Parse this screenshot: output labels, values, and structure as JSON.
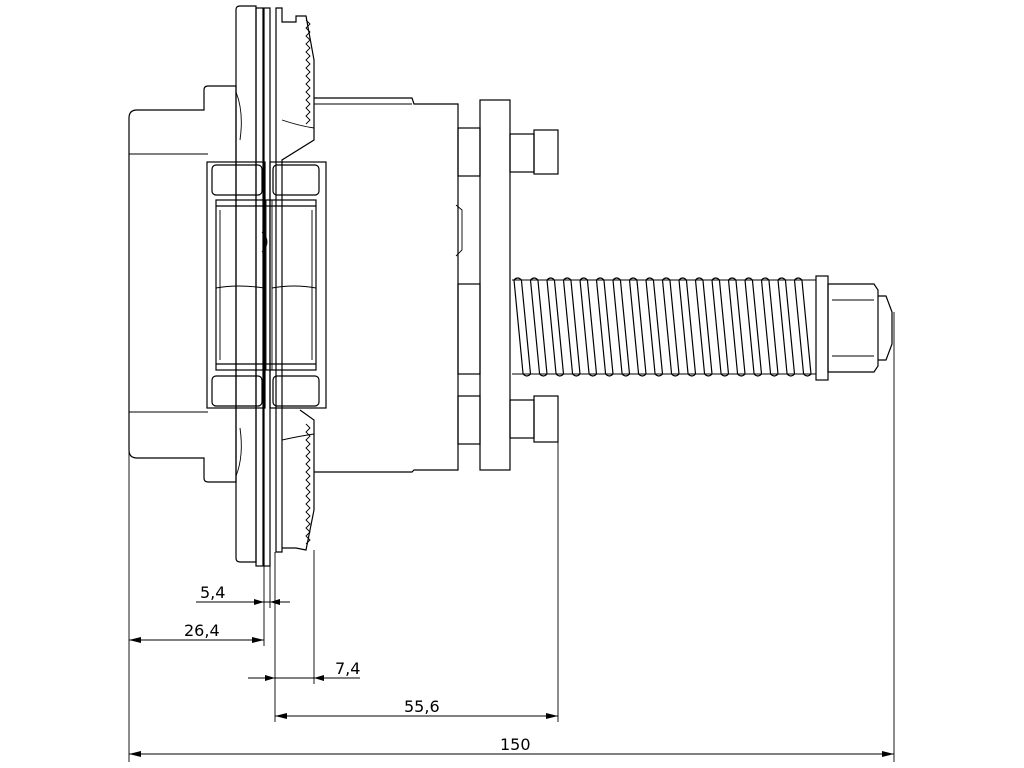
{
  "dimensions": {
    "d1": "5,4",
    "d2": "26,4",
    "d3": "7,4",
    "d4": "55,6",
    "d5": "150"
  }
}
